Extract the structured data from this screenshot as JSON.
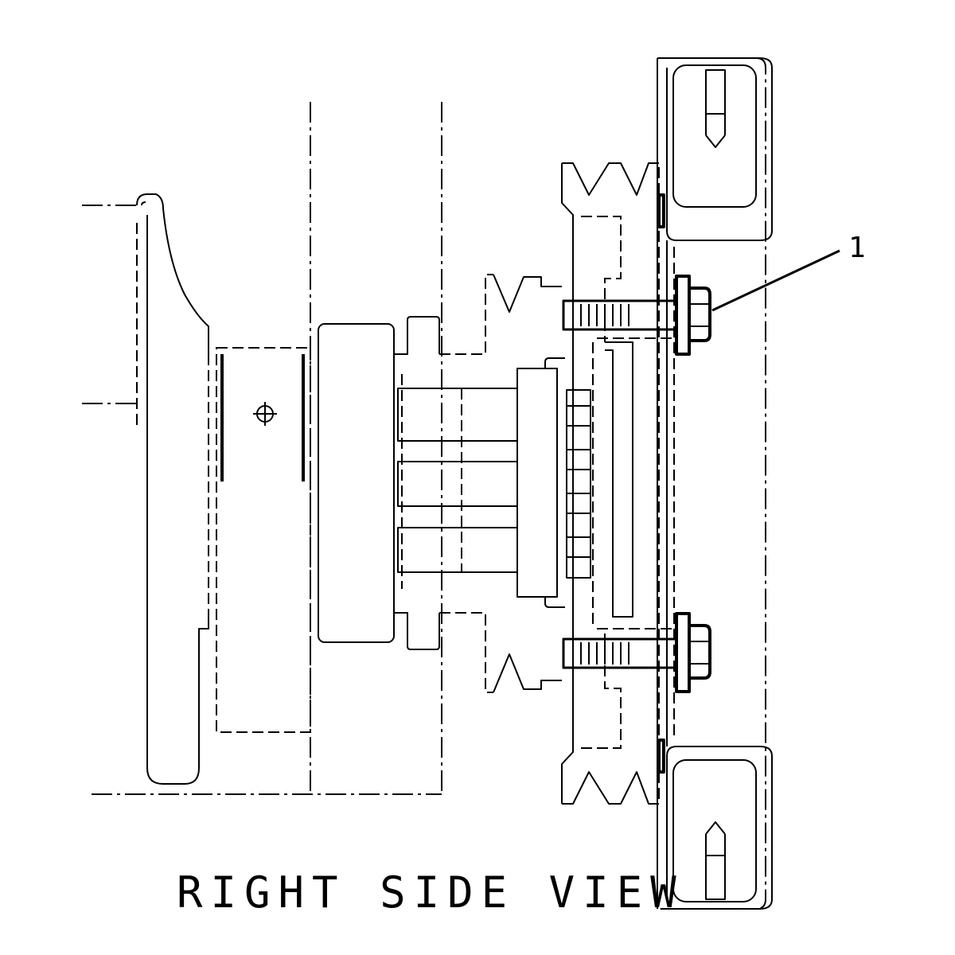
{
  "figure": {
    "view_title": "RIGHT SIDE VIEW",
    "callouts": [
      {
        "number": "1",
        "target": "mounting-bolt"
      }
    ],
    "line_color": "#000000",
    "background_color": "#ffffff"
  }
}
